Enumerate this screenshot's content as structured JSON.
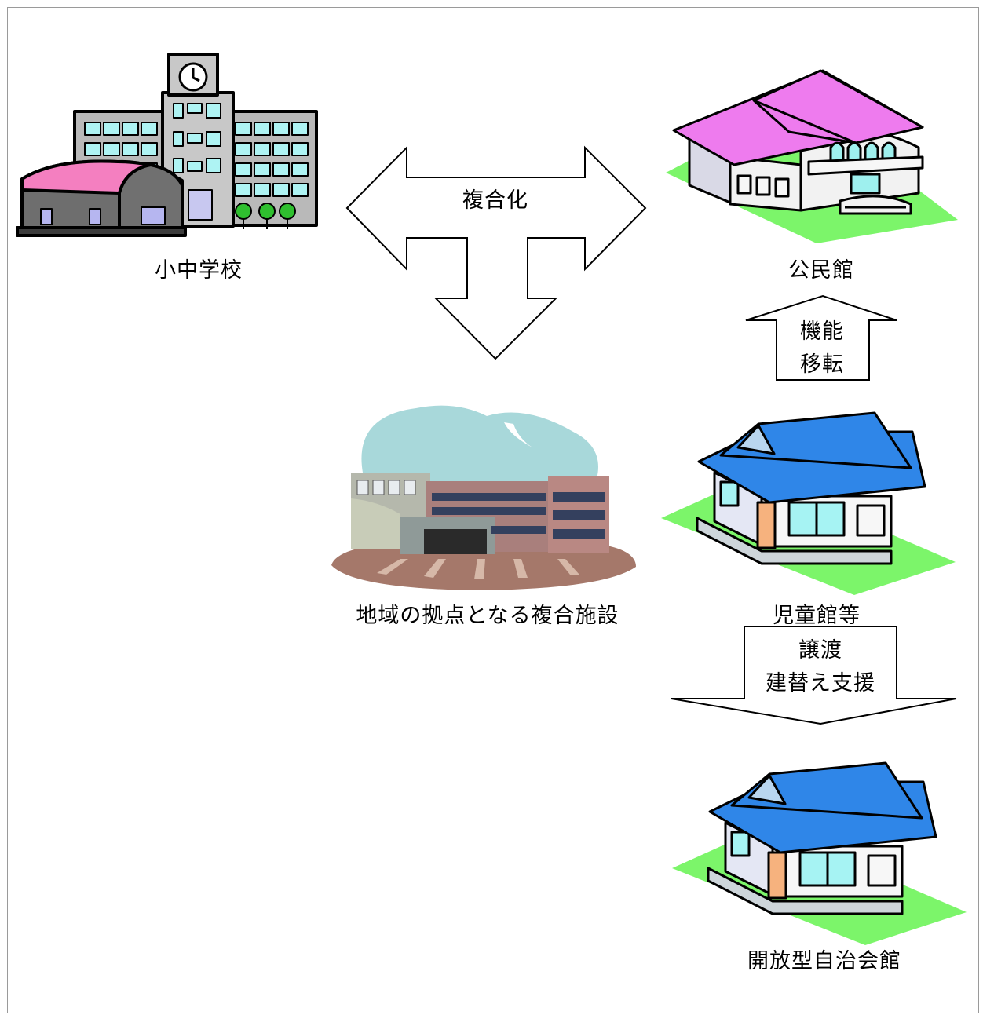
{
  "labels": {
    "school": "小中学校",
    "kominkan": "公民館",
    "complex": "地域の拠点となる複合施設",
    "jidokan": "児童館等",
    "jichikaikan": "開放型自治会館"
  },
  "arrows": {
    "fukugoka": "複合化",
    "kino_iten": [
      "機能",
      "移転"
    ],
    "joto": [
      "譲渡",
      "建替え支援"
    ]
  },
  "colors": {
    "roof_pink": "#ee7bee",
    "roof_blue": "#2f86e8",
    "lawn_green": "#7cf56a",
    "window_cyan": "#9ef0ee",
    "tree_green": "#2fbf2f",
    "brick": "#a97f7c",
    "sky_teal": "#a8d8da"
  }
}
